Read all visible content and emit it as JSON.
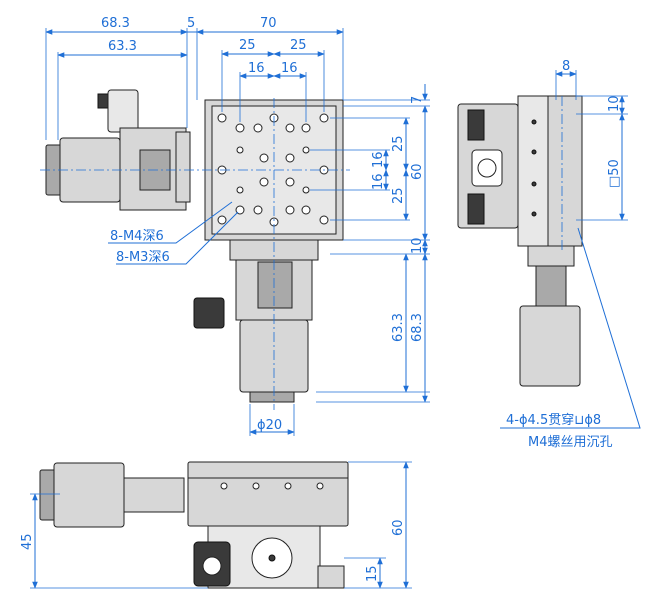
{
  "dimensions": {
    "top_68_3": "68.3",
    "top_63_3": "63.3",
    "top_5": "5",
    "top_70": "70",
    "top_25_left": "25",
    "top_25_right": "25",
    "top_16_left": "16",
    "top_16_right": "16",
    "right_7": "7",
    "right_25_top": "25",
    "right_16_top": "16",
    "right_16_bottom": "16",
    "right_25_bottom": "25",
    "right_60": "60",
    "right_10": "10",
    "motor_63_3": "63.3",
    "motor_68_3": "68.3",
    "phi20": "ϕ20",
    "side_8": "8",
    "side_10": "10",
    "side_square50": "□50",
    "bottom_45": "45",
    "bottom_60": "60",
    "bottom_15": "15"
  },
  "annotations": {
    "m4_holes": "8-M4深6",
    "m3_holes": "8-M3深6",
    "through_hole": "4-ϕ4.5贯穿⊔ϕ8",
    "counterbore": "M4螺丝用沉孔"
  },
  "colors": {
    "dimension": "#1f6fd6",
    "outline": "#222222",
    "body_fill": "#d7d7d7"
  }
}
